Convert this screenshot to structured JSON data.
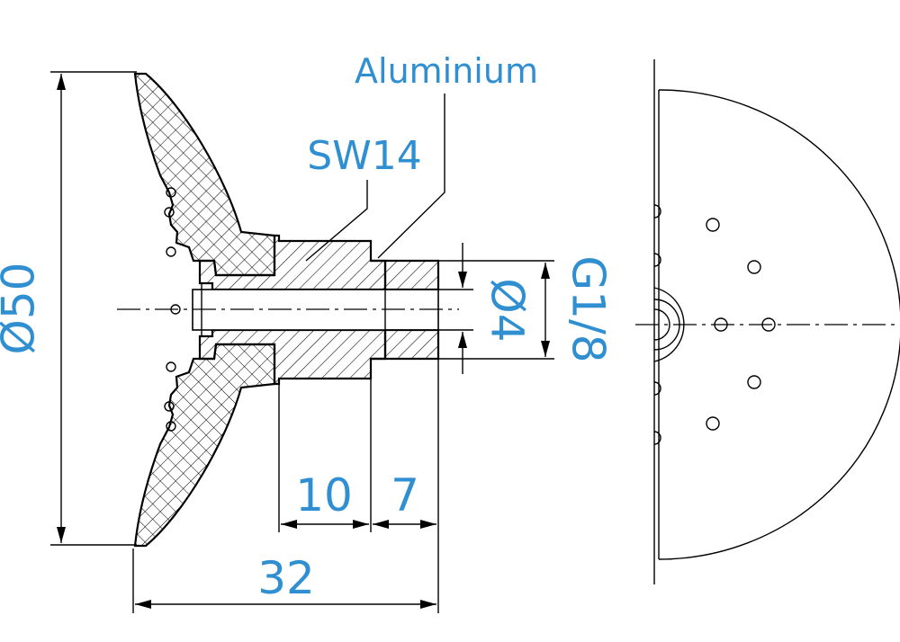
{
  "colors": {
    "dimension_text": "#2f8fd1",
    "line": "#000000",
    "background": "#ffffff"
  },
  "labels": {
    "material": "Aluminium",
    "wrench_size": "SW14",
    "diameter_overall": "Ø50",
    "diameter_bore": "Ø4",
    "thread": "G1/8",
    "length_10": "10",
    "length_7": "7",
    "length_total": "32"
  }
}
